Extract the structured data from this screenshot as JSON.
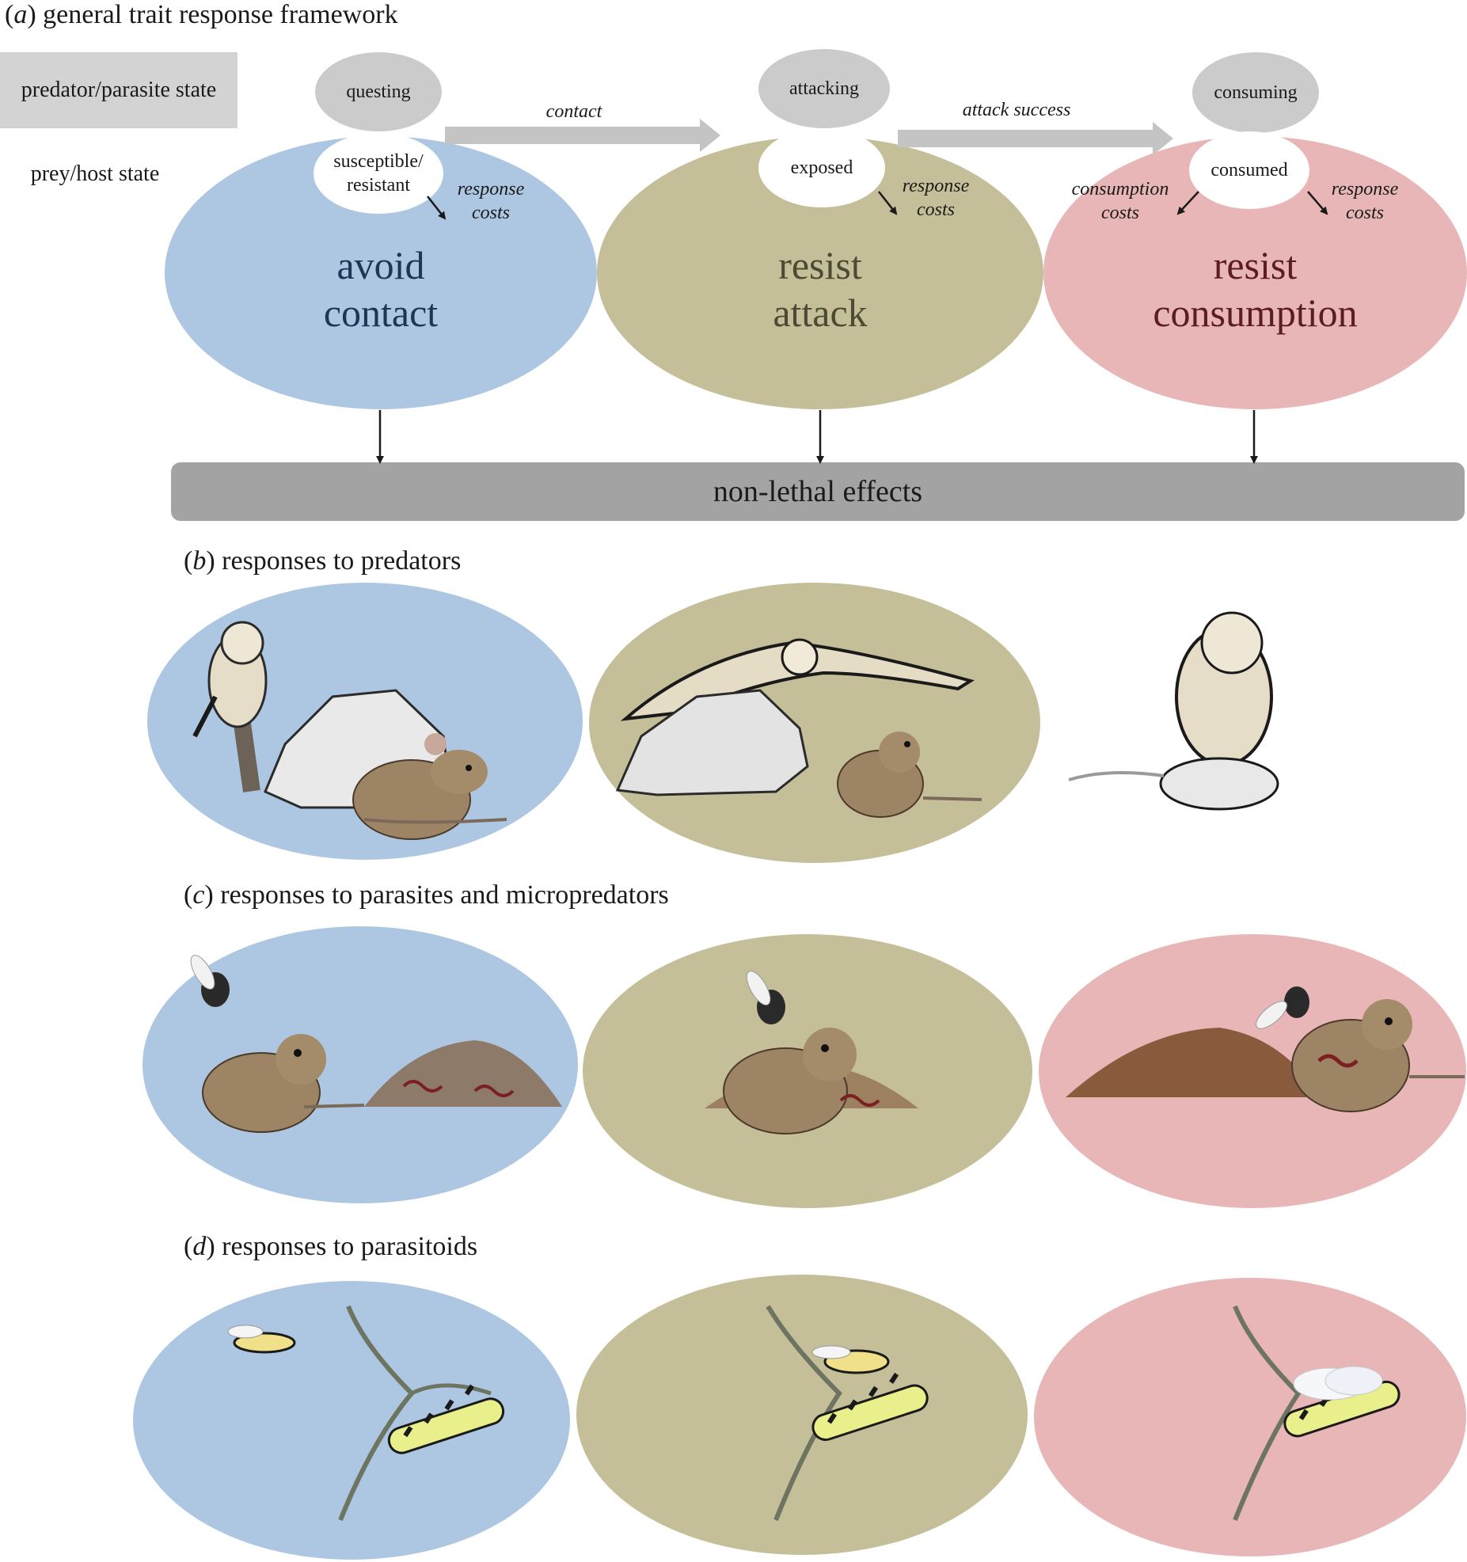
{
  "panel_a": {
    "letter": "a",
    "title": "general trait response framework",
    "legend_predator": "predator/parasite state",
    "legend_prey": "prey/host state",
    "stages": [
      {
        "predator_state": "questing",
        "prey_state": "susceptible/ resistant",
        "response": "avoid contact",
        "costs": [
          "response costs"
        ],
        "fill": "#adc6e2",
        "text_color": "#1e3556"
      },
      {
        "predator_state": "attacking",
        "prey_state": "exposed",
        "response": "resist attack",
        "costs": [
          "response costs"
        ],
        "fill": "#c4bf98",
        "text_color": "#4d4a33"
      },
      {
        "predator_state": "consuming",
        "prey_state": "consumed",
        "response": "resist consumption",
        "costs": [
          "consumption costs",
          "response costs"
        ],
        "fill": "#e8b6b6",
        "text_color": "#5c1d22"
      }
    ],
    "transitions": [
      "contact",
      "attack success"
    ],
    "outcome": "non-lethal effects"
  },
  "panel_b": {
    "letter": "b",
    "title": "responses to predators"
  },
  "panel_c": {
    "letter": "c",
    "title": "responses to parasites and micropredators"
  },
  "panel_d": {
    "letter": "d",
    "title": "responses to parasitoids"
  },
  "colors": {
    "blue": "#adc6e2",
    "olive": "#c4bf98",
    "pink": "#e8b6b6",
    "grey_oval": "#cbcbcb",
    "bar": "#a3a3a3",
    "arrow": "#c4c4c4"
  }
}
